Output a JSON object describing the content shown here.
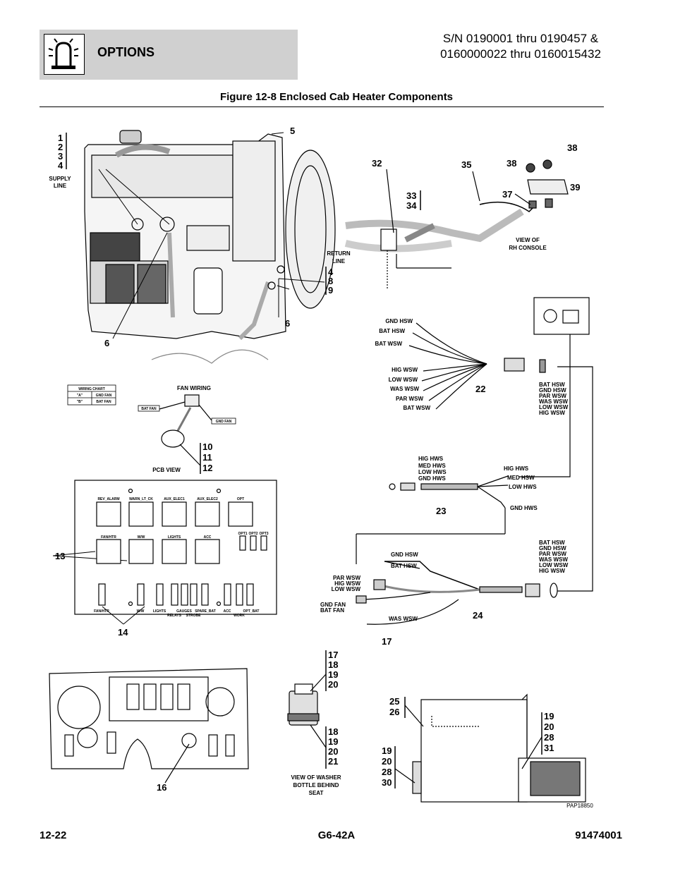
{
  "header": {
    "section_title": "OPTIONS",
    "serial_line1": "S/N 0190001 thru 0190457 &",
    "serial_line2": "0160000022 thru 0160015432"
  },
  "figure": {
    "title": "Figure 12-8 Enclosed Cab Heater Components",
    "part_code": "PAP18850"
  },
  "callouts": {
    "c1234": [
      "1",
      "2",
      "3",
      "4"
    ],
    "c5": "5",
    "c6a": "6",
    "c6b": "6",
    "c489": [
      "4",
      "8",
      "9"
    ],
    "c32": "32",
    "c3334": [
      "33",
      "34"
    ],
    "c35": "35",
    "c37": "37",
    "c38a": "38",
    "c38b": "38",
    "c39": "39",
    "c22": "22",
    "c23": "23",
    "c24": "24",
    "c17": "17",
    "c101112": [
      "10",
      "11",
      "12"
    ],
    "c13": "13",
    "c14": "14",
    "c16": "16",
    "c17181920": [
      "17",
      "18",
      "19",
      "20"
    ],
    "c18192021": [
      "18",
      "19",
      "20",
      "21"
    ],
    "c2526": [
      "25",
      "26"
    ],
    "c19202831": [
      "19",
      "20",
      "28",
      "31"
    ],
    "c19202830": [
      "19",
      "20",
      "28",
      "30"
    ]
  },
  "labels": {
    "supply_line": [
      "SUPPLY",
      "LINE"
    ],
    "return_line": [
      "RETURN",
      "LINE"
    ],
    "view_rh_console": [
      "VIEW OF",
      "RH CONSOLE"
    ],
    "fan_wiring": "FAN WIRING",
    "pcb_view": "PCB VIEW",
    "washer_view": [
      "VIEW OF WASHER",
      "BOTTLE BEHIND",
      "SEAT"
    ],
    "bat_fan": "BAT FAN",
    "gnd_fan": "GND FAN"
  },
  "wiring_chart": {
    "title": "WIRING CHART",
    "rows": [
      {
        "key": "\"A\"",
        "value": "GND FAN"
      },
      {
        "key": "\"B\"",
        "value": "BAT FAN"
      }
    ]
  },
  "harness22": {
    "left_top": [
      "GND HSW",
      "BAT HSW",
      "BAT WSW"
    ],
    "left_bottom": [
      "HIG WSW",
      "LOW WSW",
      "WAS WSW",
      "PAR WSW",
      "BAT WSW"
    ],
    "right": [
      "BAT HSW",
      "GND HSW",
      "PAR WSW",
      "WAS WSW",
      "LOW WSW",
      "HIG WSW"
    ]
  },
  "harness23": {
    "left": [
      "HIG HWS",
      "MED HWS",
      "LOW HWS",
      "GND HWS"
    ],
    "right": [
      "HIG HWS",
      "MED HSW",
      "LOW HWS",
      "GND HWS"
    ]
  },
  "harness24": {
    "top": [
      "GND HSW",
      "BAT HSW"
    ],
    "left": [
      "PAR WSW",
      "HIG WSW",
      "LOW WSW"
    ],
    "fan": [
      "GND FAN",
      "BAT FAN"
    ],
    "bottom": "WAS WSW",
    "right": [
      "BAT HSW",
      "GND HSW",
      "PAR WSW",
      "WAS WSW",
      "LOW WSW",
      "HIG WSW"
    ]
  },
  "pcb": {
    "top_relays": [
      "REV_ALARM",
      "WARN_LT_CK",
      "AUX_ELEC1",
      "AUX_ELEC2",
      "OPT"
    ],
    "mid_relays": [
      "FAN/HTR",
      "W/W",
      "LIGHTS",
      "ACC"
    ],
    "opt_fuses": [
      "OPT1",
      "OPT2",
      "OPT3"
    ],
    "bottom_fuses": [
      "FAN/HTR",
      "W/W",
      "LIGHTS",
      "RELAYS",
      "GAUGES",
      "STROBE",
      "SPARE_BAT",
      "ACC",
      "WORK",
      "OPT_BAT"
    ]
  },
  "footer": {
    "page": "12-22",
    "model": "G6-42A",
    "doc_number": "91474001"
  }
}
